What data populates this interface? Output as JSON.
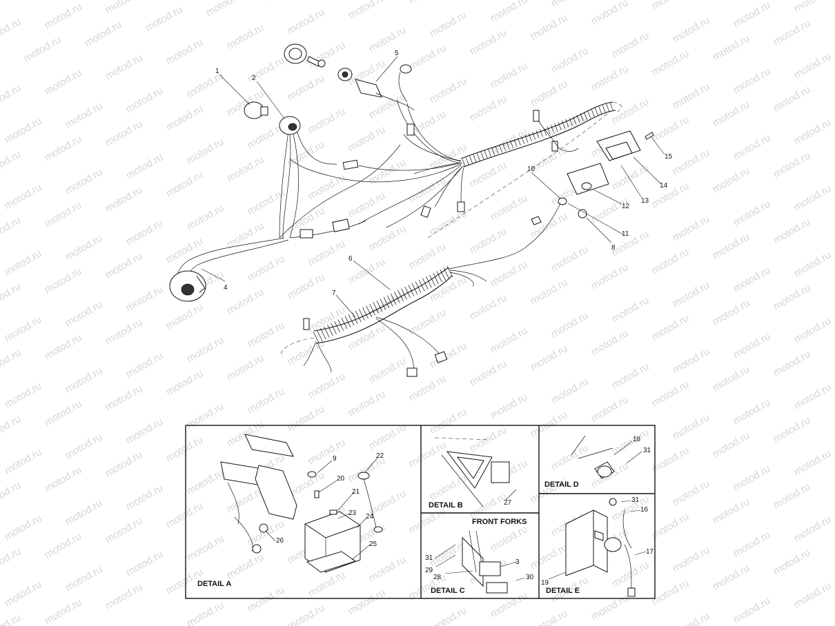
{
  "watermark": "motod.ru",
  "callouts": {
    "c1": "1",
    "c2": "2",
    "c4": "4",
    "c5": "5",
    "c6": "6",
    "c7": "7",
    "c8": "8",
    "c10": "10",
    "c11": "11",
    "c12": "12",
    "c13": "13",
    "c14": "14",
    "c15": "15",
    "c9": "9",
    "c20": "20",
    "c21": "21",
    "c22": "22",
    "c23": "23",
    "c24": "24",
    "c25": "25",
    "c26": "26",
    "c27": "27",
    "c18": "18",
    "c31a": "31",
    "c31b": "31",
    "c16": "16",
    "c17": "17",
    "c19": "19",
    "c3": "3",
    "c28": "28",
    "c29": "29",
    "c30": "30",
    "c31c": "31"
  },
  "details": {
    "a": "DETAIL A",
    "b": "DETAIL B",
    "c": "DETAIL C",
    "d": "DETAIL D",
    "e": "DETAIL E",
    "front_forks": "FRONT FORKS"
  }
}
